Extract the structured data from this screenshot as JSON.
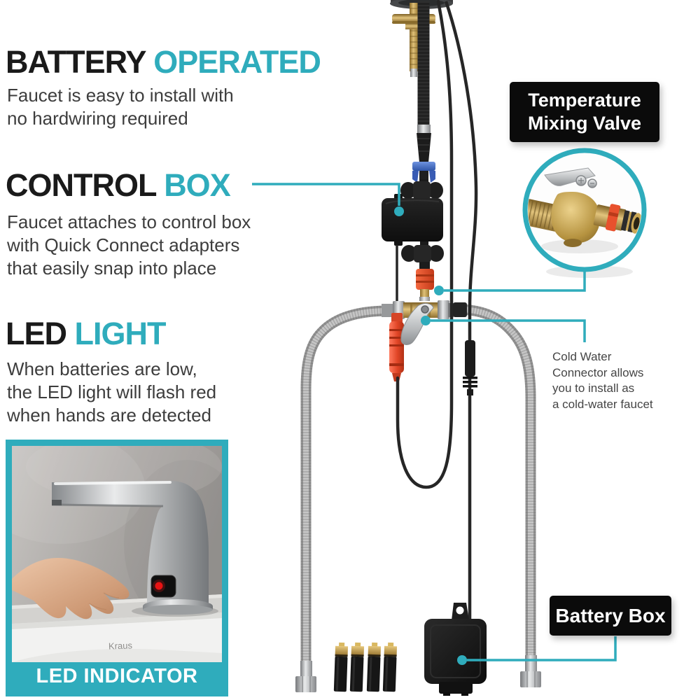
{
  "colors": {
    "accent_teal": "#2FACBC",
    "heading_black": "#1a1a1a",
    "body_text": "#3d3d3d",
    "label_bg": "#0b0b0b",
    "label_text": "#ffffff",
    "hot_connector_red": "#e04526",
    "led_red": "#e81313"
  },
  "sections": {
    "battery": {
      "title": "BATTERY",
      "accent": "OPERATED",
      "description": "Faucet is easy to install with\nno hardwiring required"
    },
    "control": {
      "title": "CONTROL",
      "accent": "BOX",
      "description": "Faucet attaches to control box\nwith Quick Connect adapters\nthat easily snap into place"
    },
    "led": {
      "title": "LED",
      "accent": "LIGHT",
      "description": "When batteries are low,\nthe LED light will flash red\nwhen hands are detected"
    }
  },
  "callouts": {
    "mixing_valve_label": "Temperature\nMixing Valve",
    "cold_water_note": "Cold Water\nConnector allows\nyou to install as\na cold-water faucet",
    "battery_box_label": "Battery Box",
    "led_indicator_label": "LED INDICATOR"
  },
  "photo": {
    "brand": "Kraus"
  }
}
